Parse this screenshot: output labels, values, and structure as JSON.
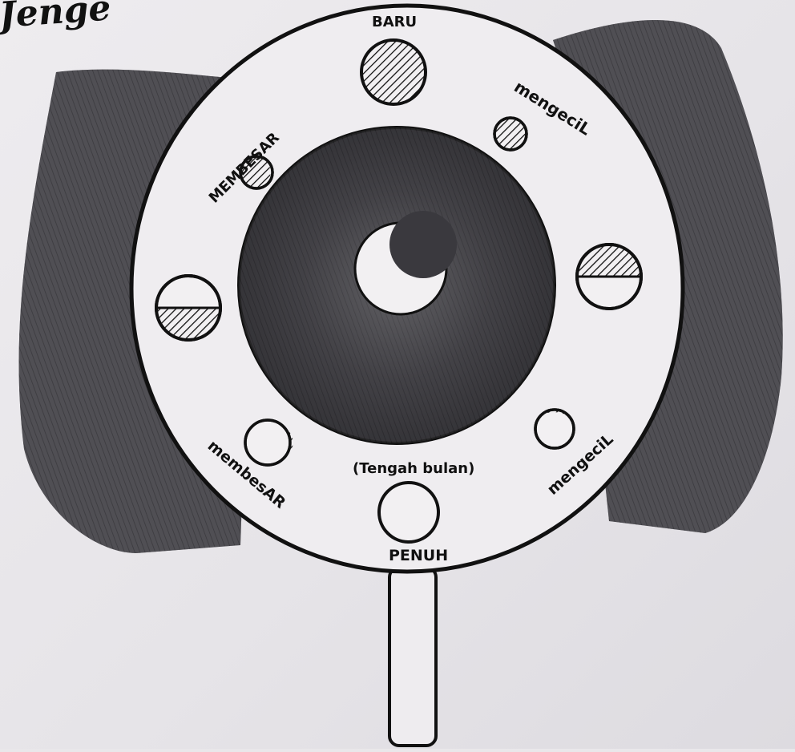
{
  "header": {
    "partial_title": "Jenge"
  },
  "disk": {
    "phases": {
      "baru": "BARU",
      "mengecil_top": "mengeciL",
      "membesar_top": "MEMBESAR",
      "membesar_bottom": "membesAR",
      "mengecil_bottom": "mengeciL",
      "penuh": "PENUH"
    },
    "center_note": "(Tengah bulan)"
  },
  "colors": {
    "ink": "#111111",
    "paper": "#e9e7ea",
    "shading": "#5e5d61"
  },
  "icons": {
    "center": "crescent-moon-icon"
  }
}
